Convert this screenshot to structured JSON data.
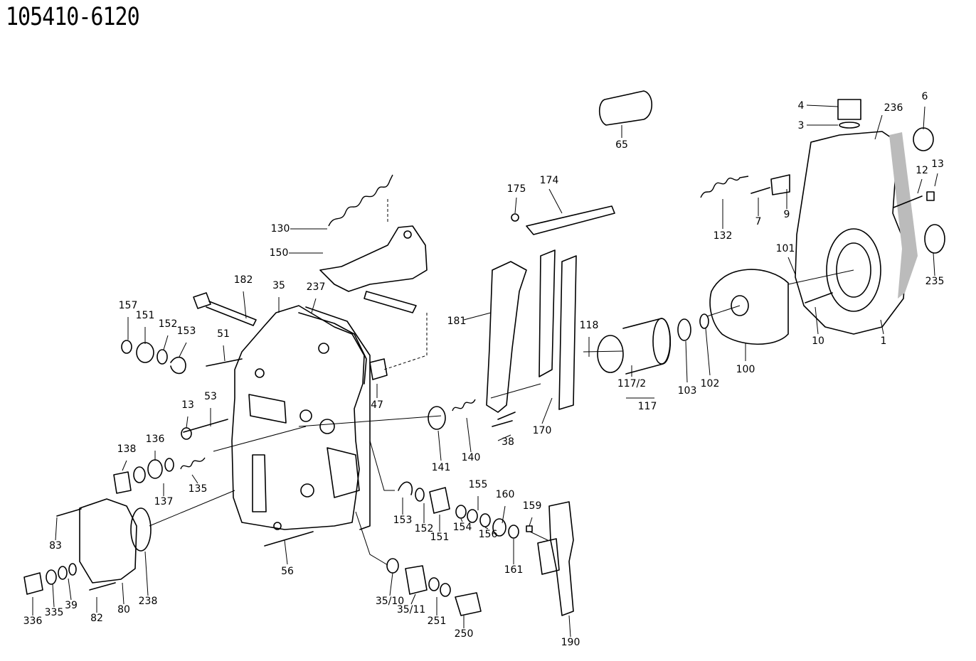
{
  "title": "105410-6120",
  "labels": [
    "4",
    "3",
    "236",
    "6",
    "65",
    "13",
    "12",
    "9",
    "7",
    "132",
    "101",
    "235",
    "10",
    "1",
    "100",
    "102",
    "103",
    "117/2",
    "117",
    "118",
    "174",
    "175",
    "181",
    "170",
    "38",
    "130",
    "150",
    "182",
    "35",
    "237",
    "157",
    "151",
    "152",
    "153",
    "51",
    "47",
    "13",
    "53",
    "138",
    "136",
    "137",
    "135",
    "141",
    "140",
    "83",
    "336",
    "335",
    "39",
    "82",
    "80",
    "238",
    "56",
    "153",
    "152",
    "151",
    "155",
    "154",
    "156",
    "160",
    "161",
    "159",
    "35/10",
    "35/11",
    "251",
    "250",
    "190"
  ]
}
